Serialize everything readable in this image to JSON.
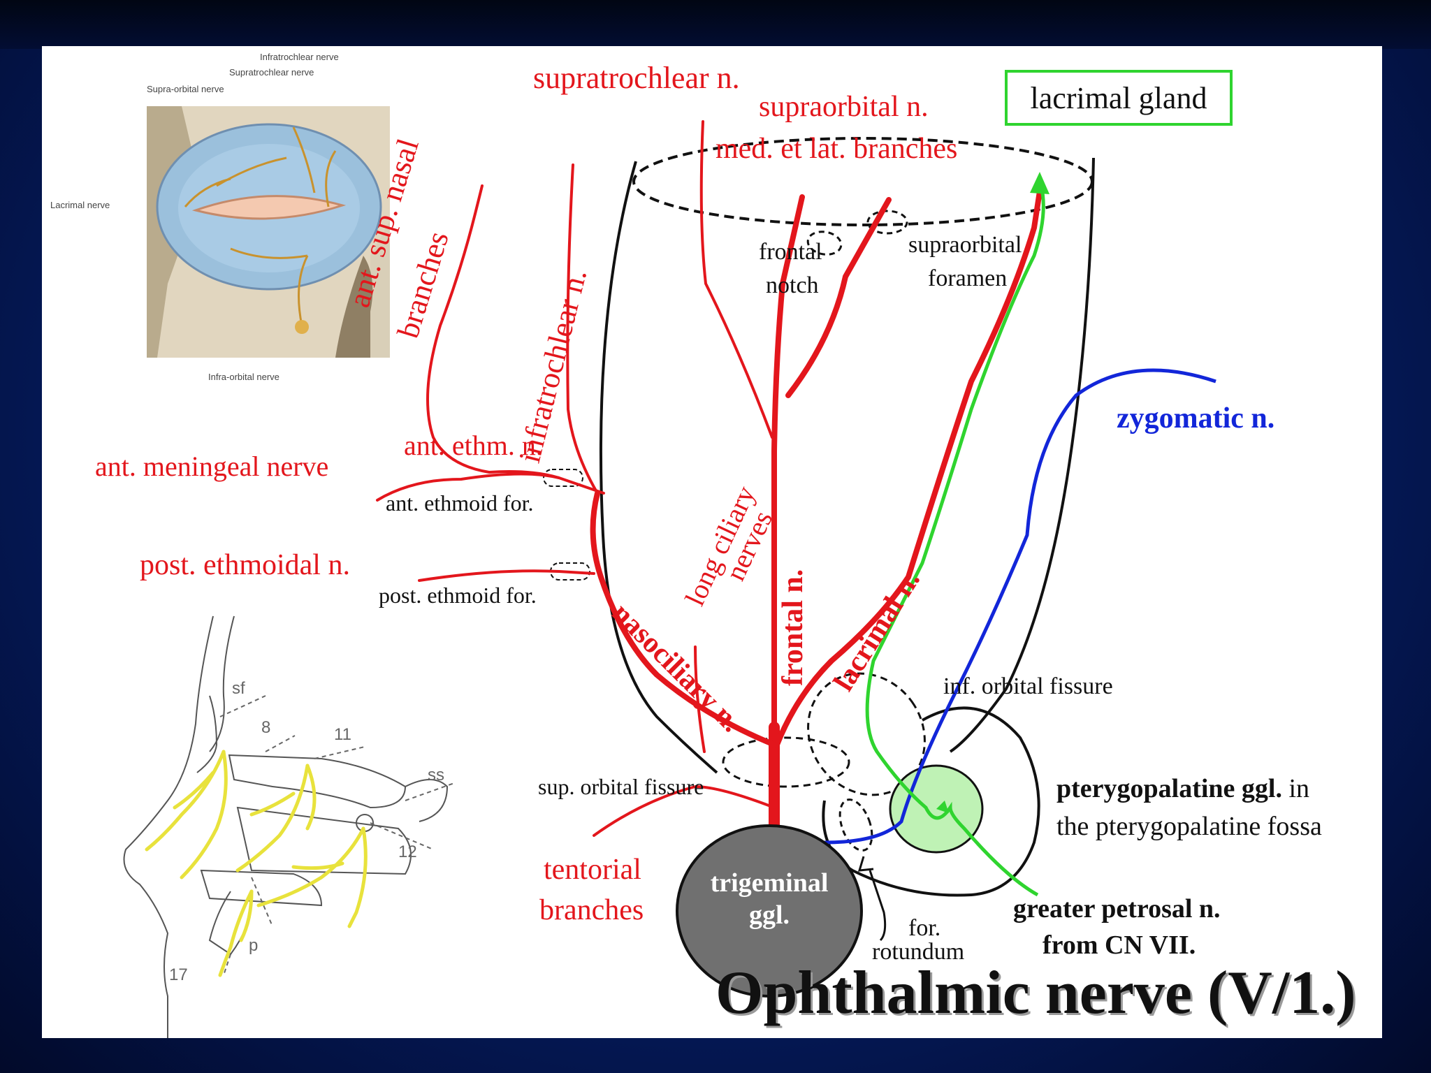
{
  "title": "Ophthalmic nerve (V/1.)",
  "boxed_label": "lacrimal gland",
  "colors": {
    "nerve_red": "#e3161c",
    "zygomatic_blue": "#1226d9",
    "parasympathetic_green": "#2fd42f",
    "ganglion_gray": "#707070",
    "slide_blue": "#06206b"
  },
  "labels": {
    "supratrochlear": "supratrochlear n.",
    "supraorbital": "supraorbital n.",
    "med_lat_branches": "med. et lat. branches",
    "frontal_notch_a": "frontal",
    "frontal_notch_b": "notch",
    "supraorbital_foramen_a": "supraorbital",
    "supraorbital_foramen_b": "foramen",
    "ant_sup_nasal_a": "ant. sup. nasal",
    "ant_sup_nasal_b": "branches",
    "infratrochlear": "infratrochlear n.",
    "ant_ethm": "ant. ethm. n.",
    "ant_meningeal": "ant. meningeal nerve",
    "ant_ethmoid_for": "ant. ethmoid for.",
    "long_ciliary_a": "long ciliary",
    "long_ciliary_b": "nerves",
    "post_ethmoidal": "post. ethmoidal n.",
    "post_ethmoid_for": "post. ethmoid for.",
    "nasociliary": "nasociliary n.",
    "frontal": "frontal n.",
    "lacrimal": "lacrimal n.",
    "zygomatic": "zygomatic n.",
    "inf_orbital_fissure": "inf. orbital fissure",
    "sup_orbital_fissure": "sup. orbital fissure",
    "pterygopalatine_bold": "pterygopalatine ggl.",
    "pterygopalatine_in": " in",
    "pterygopalatine_fossa": "the pterygopalatine fossa",
    "tentorial_a": "tentorial",
    "tentorial_b": "branches",
    "trigeminal_a": "trigeminal",
    "trigeminal_b": "ggl.",
    "for_rotundum_a": "for.",
    "for_rotundum_b": "rotundum",
    "greater_petrosal_a": "greater petrosal n.",
    "greater_petrosal_b": "from CN VII."
  },
  "inset_face": {
    "infratrochlear": "Infratrochlear nerve",
    "supratrochlear": "Supratrochlear nerve",
    "supraorbital": "Supra-orbital nerve",
    "lacrimal": "Lacrimal nerve",
    "infraorbital": "Infra-orbital nerve"
  },
  "inset_nasal": {
    "sf": "sf",
    "n8": "8",
    "n11": "11",
    "ss": "ss",
    "n12": "12",
    "p": "p",
    "n17": "17"
  }
}
